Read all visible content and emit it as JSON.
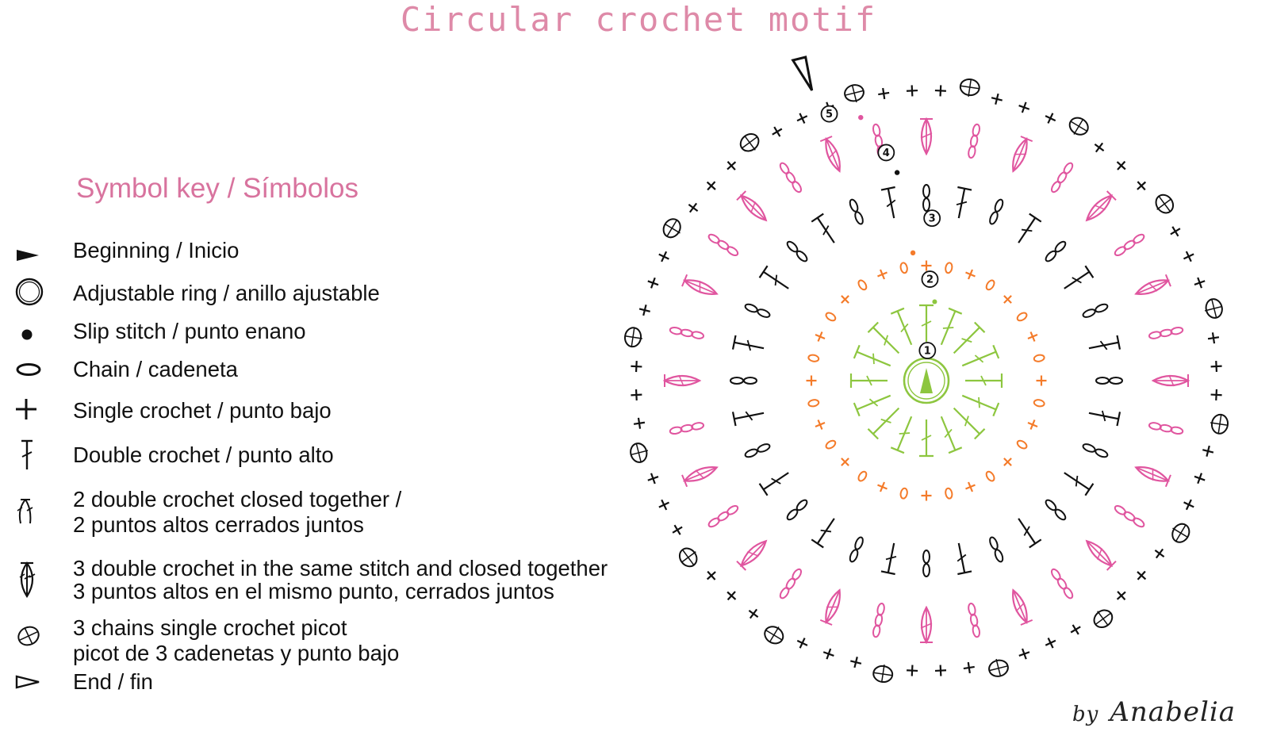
{
  "title": "Circular crochet motif",
  "symbol_key": {
    "heading": "Symbol key / Símbolos",
    "items": [
      {
        "icon": "beginning-arrow-icon",
        "lines": [
          "Beginning / Inicio"
        ]
      },
      {
        "icon": "adjustable-ring-icon",
        "lines": [
          "Adjustable ring / anillo ajustable"
        ]
      },
      {
        "icon": "slip-stitch-icon",
        "lines": [
          "Slip stitch / punto enano"
        ]
      },
      {
        "icon": "chain-icon",
        "lines": [
          "Chain / cadeneta"
        ]
      },
      {
        "icon": "single-crochet-icon",
        "lines": [
          "Single crochet / punto bajo"
        ]
      },
      {
        "icon": "double-crochet-icon",
        "lines": [
          "Double crochet / punto alto"
        ]
      },
      {
        "icon": "dc2tog-icon",
        "lines": [
          "2 double crochet closed together /",
          "2 puntos altos cerrados juntos"
        ]
      },
      {
        "icon": "dc3-cluster-icon",
        "lines": [
          "3 double crochet in the same stitch and closed together",
          "3 puntos altos en el mismo punto, cerrados juntos"
        ]
      },
      {
        "icon": "picot-icon",
        "lines": [
          "3 chains single crochet picot",
          "picot de 3 cadenetas y punto bajo"
        ]
      },
      {
        "icon": "end-arrow-icon",
        "lines": [
          "End / fin"
        ]
      }
    ]
  },
  "diagram": {
    "round_labels": [
      "1",
      "2",
      "3",
      "4",
      "5"
    ],
    "round_colors": {
      "round1": "#8dc63f",
      "round2": "#f47b2a",
      "round3": "#111111",
      "round4": "#e0559f",
      "round5": "#111111"
    }
  },
  "signature": {
    "by": "by",
    "name": "Anabelia"
  }
}
